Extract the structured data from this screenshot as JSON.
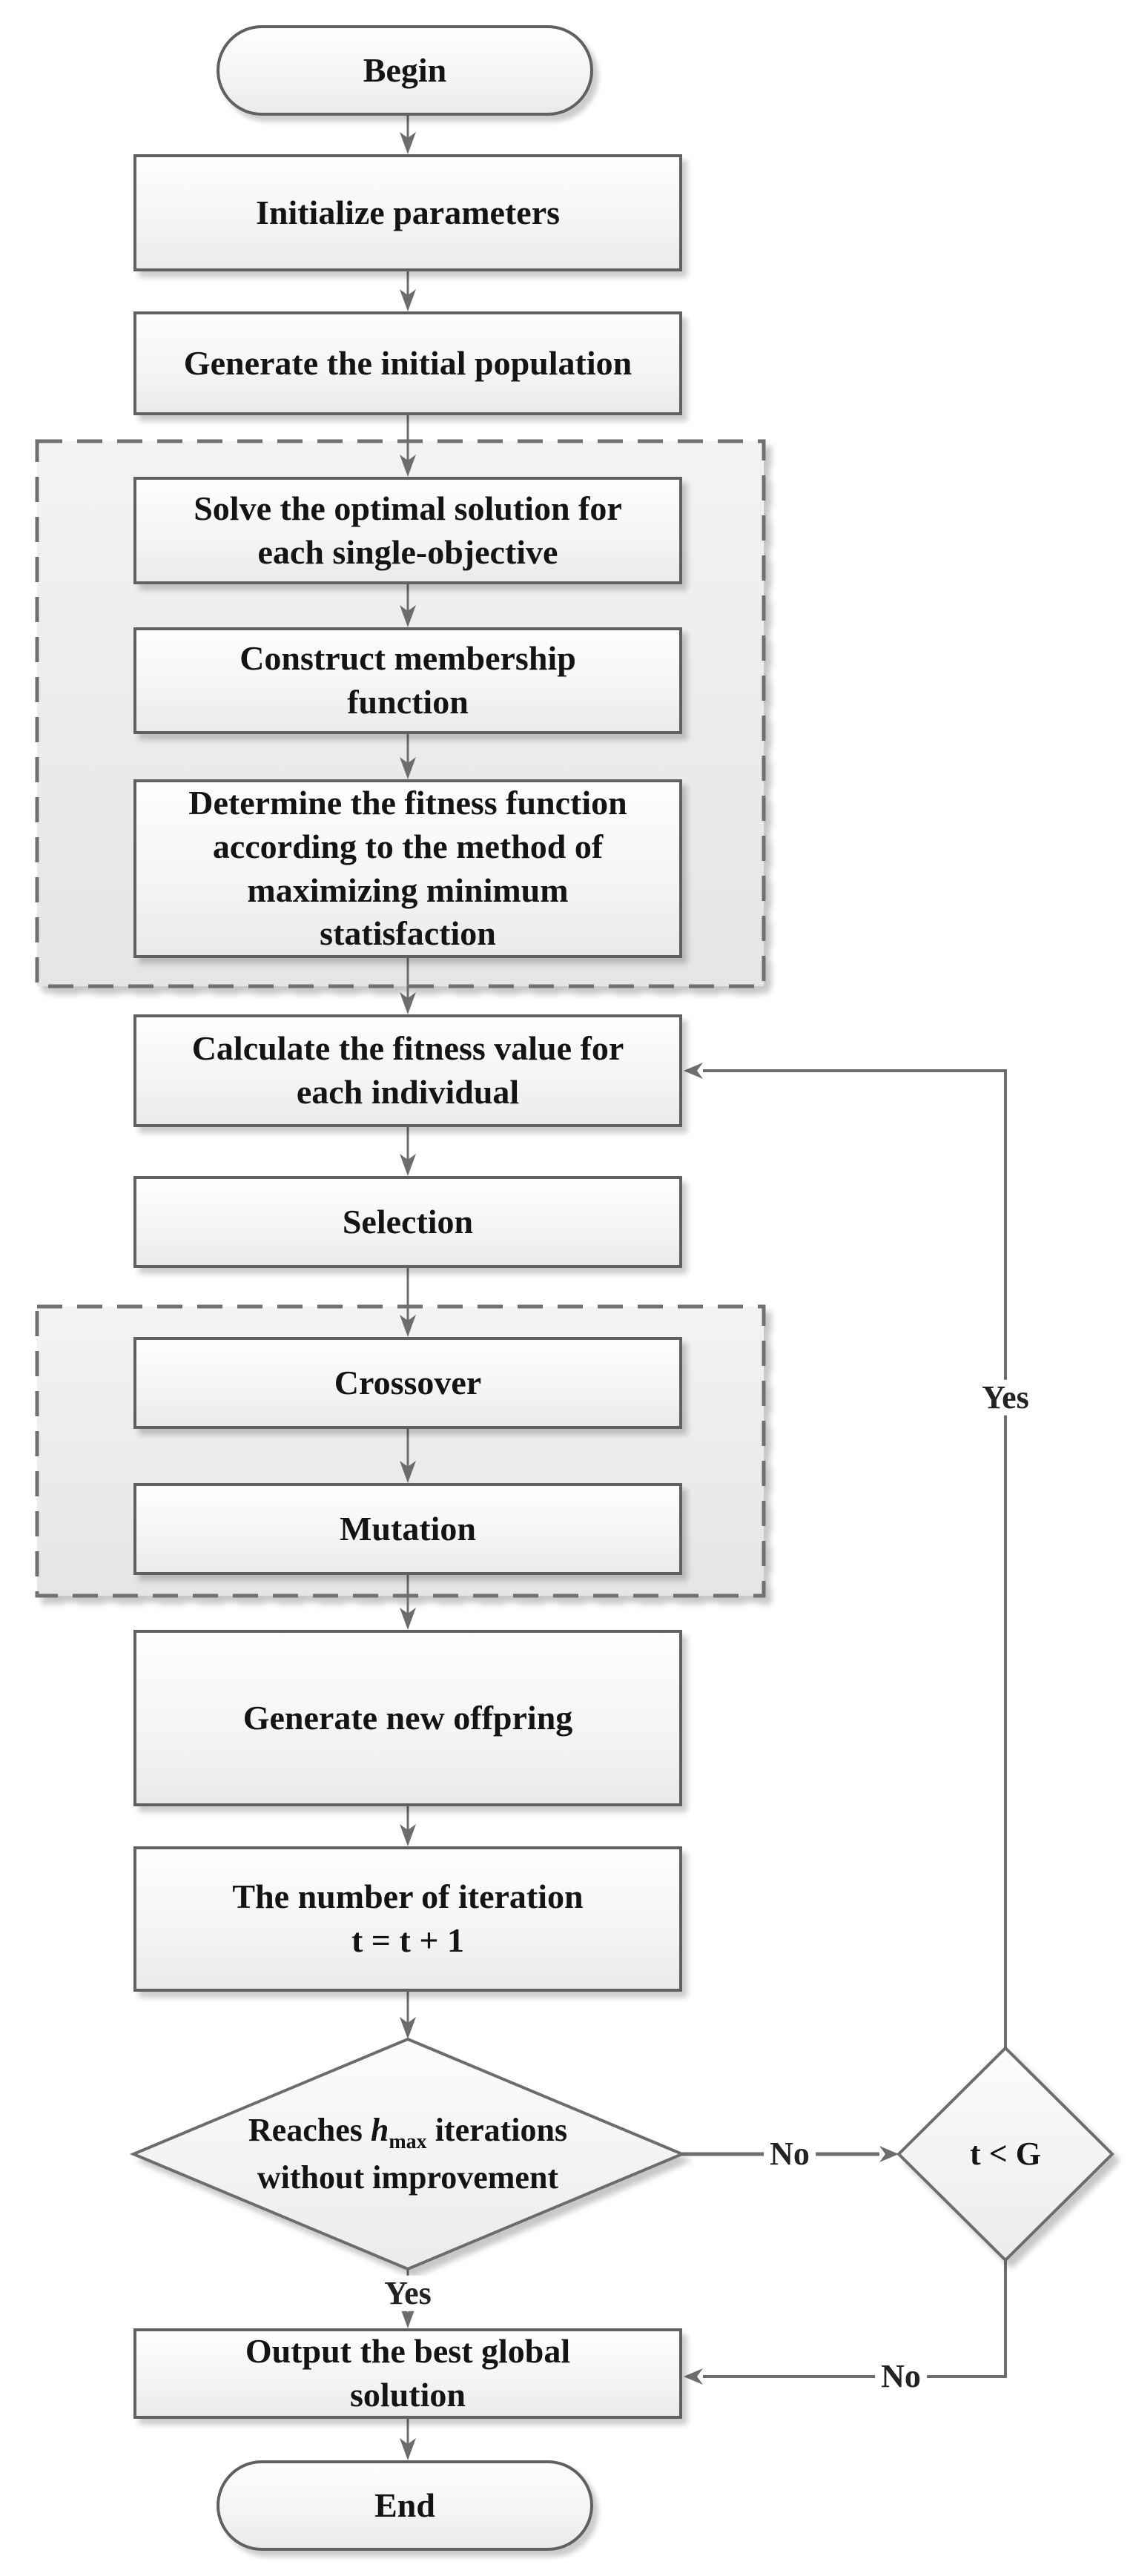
{
  "diagram": {
    "type": "flowchart",
    "colors": {
      "node_fill_top": "#fdfdfd",
      "node_fill_bottom": "#eaeaea",
      "node_border": "#5e6062",
      "group_fill": "#ececec",
      "group_border": "#6f6f6f",
      "connector": "#6d6d6d",
      "text": "#141414"
    },
    "nodes": {
      "begin": {
        "shape": "terminator",
        "label": "Begin"
      },
      "init": {
        "shape": "process",
        "label": "Initialize parameters"
      },
      "generate": {
        "shape": "process",
        "label": "Generate the initial population"
      },
      "solve": {
        "shape": "process",
        "lines": [
          "Solve the optimal solution for",
          "each single-objective"
        ]
      },
      "construct": {
        "shape": "process",
        "lines": [
          "Construct membership",
          "function"
        ]
      },
      "determine": {
        "shape": "process",
        "lines": [
          "Determine the fitness function",
          "according to the method of",
          "maximizing minimum",
          "statisfaction"
        ]
      },
      "calculate": {
        "shape": "process",
        "lines": [
          "Calculate the fitness value for",
          "each individual"
        ]
      },
      "selection": {
        "shape": "process",
        "label": "Selection"
      },
      "crossover": {
        "shape": "process",
        "label": "Crossover"
      },
      "mutation": {
        "shape": "process",
        "label": "Mutation"
      },
      "offspring": {
        "shape": "process",
        "label": "Generate new offpring"
      },
      "iteration": {
        "shape": "process",
        "lines": [
          "The number of iteration",
          "t = t + 1"
        ]
      },
      "decision_improvement": {
        "shape": "decision",
        "prefix": "Reaches ",
        "variable": "h",
        "subscript": "max",
        "suffix": " iterations",
        "line2": "without improvement"
      },
      "decision_generation": {
        "shape": "decision",
        "label": "t < G"
      },
      "output": {
        "shape": "process",
        "lines": [
          "Output the best global",
          "solution"
        ]
      },
      "end": {
        "shape": "terminator",
        "label": "End"
      }
    },
    "edge_labels": {
      "no_branch": "No",
      "yes_branch": "Yes",
      "yes_loop": "Yes",
      "no_loop": "No"
    }
  }
}
